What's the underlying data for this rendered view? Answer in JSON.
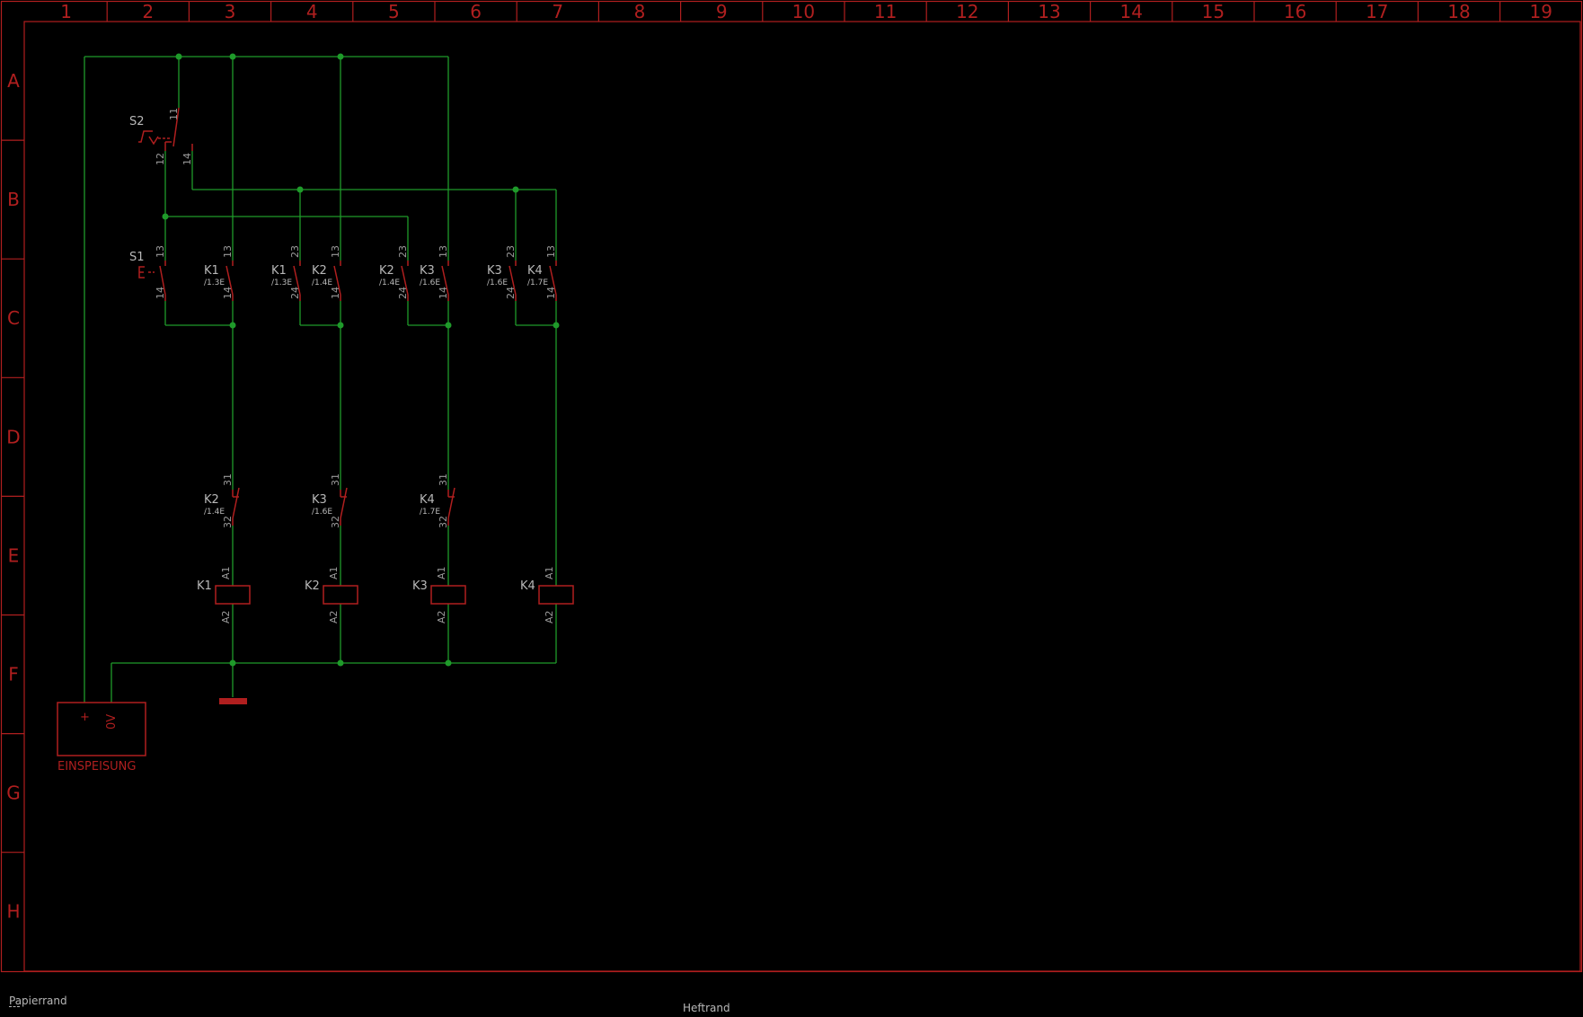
{
  "frame": {
    "columns": [
      "1",
      "2",
      "3",
      "4",
      "5",
      "6",
      "7",
      "8",
      "9",
      "10",
      "11",
      "12",
      "13",
      "14",
      "15",
      "16",
      "17",
      "18",
      "19"
    ],
    "rows": [
      "A",
      "B",
      "C",
      "D",
      "E",
      "F",
      "G",
      "H"
    ]
  },
  "labels": {
    "s2": "S2",
    "s1": "S1",
    "s2_pins": [
      "11",
      "12",
      "14"
    ],
    "s1_pins": [
      "13",
      "14"
    ],
    "top_contacts": [
      {
        "name": "K1",
        "ref": "/1.3E",
        "pin_top": "13",
        "pin_bot": "14"
      },
      {
        "name": "K1",
        "ref": "/1.3E",
        "pin_top": "23",
        "pin_bot": "24"
      },
      {
        "name": "K2",
        "ref": "/1.4E",
        "pin_top": "13",
        "pin_bot": "14"
      },
      {
        "name": "K2",
        "ref": "/1.4E",
        "pin_top": "23",
        "pin_bot": "24"
      },
      {
        "name": "K3",
        "ref": "/1.6E",
        "pin_top": "13",
        "pin_bot": "14"
      },
      {
        "name": "K3",
        "ref": "/1.6E",
        "pin_top": "23",
        "pin_bot": "24"
      },
      {
        "name": "K4",
        "ref": "/1.7E",
        "pin_top": "13",
        "pin_bot": "14"
      }
    ],
    "nc_contacts": [
      {
        "name": "K2",
        "ref": "/1.4E",
        "pin_top": "31",
        "pin_bot": "32"
      },
      {
        "name": "K3",
        "ref": "/1.6E",
        "pin_top": "31",
        "pin_bot": "32"
      },
      {
        "name": "K4",
        "ref": "/1.7E",
        "pin_top": "31",
        "pin_bot": "32"
      }
    ],
    "coils": [
      {
        "name": "K1",
        "pin_top": "A1",
        "pin_bot": "A2"
      },
      {
        "name": "K2",
        "pin_top": "A1",
        "pin_bot": "A2"
      },
      {
        "name": "K3",
        "pin_top": "A1",
        "pin_bot": "A2"
      },
      {
        "name": "K4",
        "pin_top": "A1",
        "pin_bot": "A2"
      }
    ],
    "supply": {
      "name": "EINSPEISUNG",
      "plus": "+",
      "zero": "0V"
    }
  },
  "footer": {
    "left": "Papierrand",
    "center": "Heftrand"
  },
  "colors": {
    "frame": "#b01f1f",
    "wire": "#1f9a2a",
    "text": "#b8b8b8",
    "background": "#000000"
  }
}
